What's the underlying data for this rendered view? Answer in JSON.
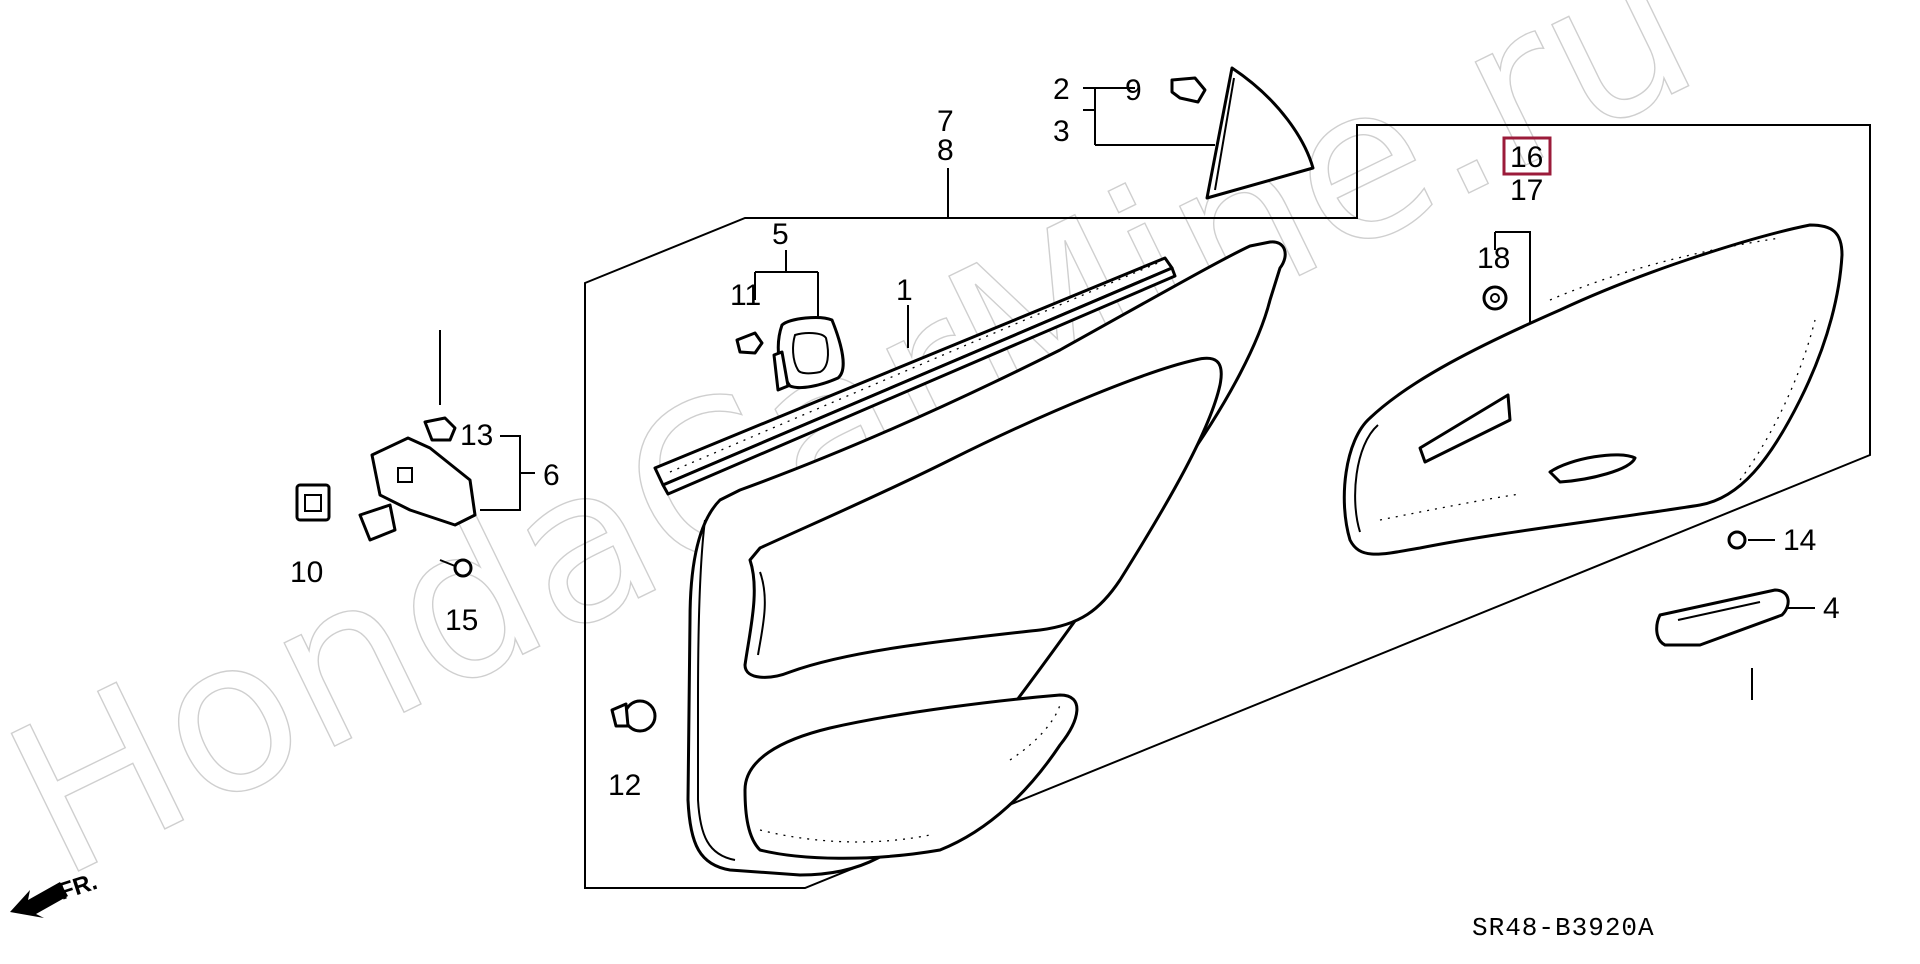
{
  "watermark": "HondaCarMine.ru",
  "diagram_code": "SR48-B3920A",
  "front_indicator": "FR.",
  "highlight_color": "#9b1b3a",
  "callouts": [
    "1",
    "2",
    "3",
    "4",
    "5",
    "6",
    "7",
    "8",
    "9",
    "10",
    "11",
    "12",
    "13",
    "14",
    "15",
    "16",
    "17",
    "18"
  ],
  "highlighted_callout": "16"
}
